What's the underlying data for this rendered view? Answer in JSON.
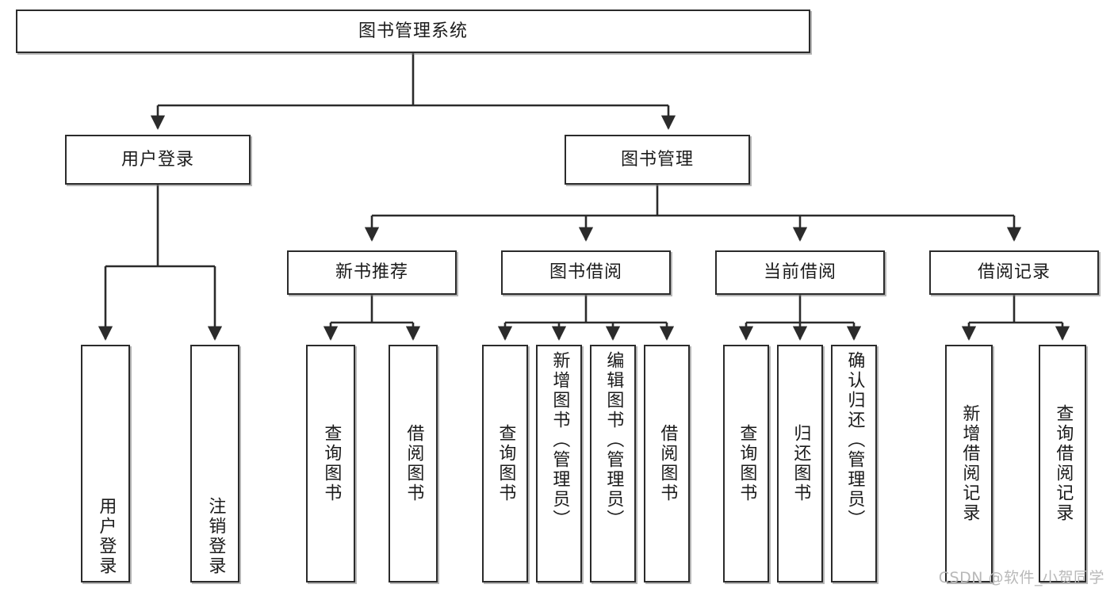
{
  "diagram": {
    "type": "tree-flowchart",
    "title": "图书管理系统",
    "colors": {
      "stroke": "#2b2b2b",
      "fill": "#ffffff",
      "text": "#1b1b1b",
      "watermark": "#b9b9b9"
    },
    "root": {
      "label": "图书管理系统"
    },
    "level2": [
      {
        "label": "用户登录"
      },
      {
        "label": "图书管理"
      }
    ],
    "level3": [
      {
        "label": "新书推荐"
      },
      {
        "label": "图书借阅"
      },
      {
        "label": "当前借阅"
      },
      {
        "label": "借阅记录"
      }
    ],
    "leaves": {
      "user_login": [
        {
          "label": "用户登录"
        },
        {
          "label": "注销登录"
        }
      ],
      "new_book": [
        {
          "label": "查询图书"
        },
        {
          "label": "借阅图书"
        }
      ],
      "book_borrow": [
        {
          "label": "查询图书"
        },
        {
          "label": "新增图书（管理员）"
        },
        {
          "label": "编辑图书（管理员）"
        },
        {
          "label": "借阅图书"
        }
      ],
      "current_borrow": [
        {
          "label": "查询图书"
        },
        {
          "label": "归还图书"
        },
        {
          "label": "确认归还（管理员）"
        }
      ],
      "borrow_record": [
        {
          "label": "新增借阅记录"
        },
        {
          "label": "查询借阅记录"
        }
      ]
    }
  },
  "watermark": {
    "text": "CSDN @软件_小贺同学"
  }
}
